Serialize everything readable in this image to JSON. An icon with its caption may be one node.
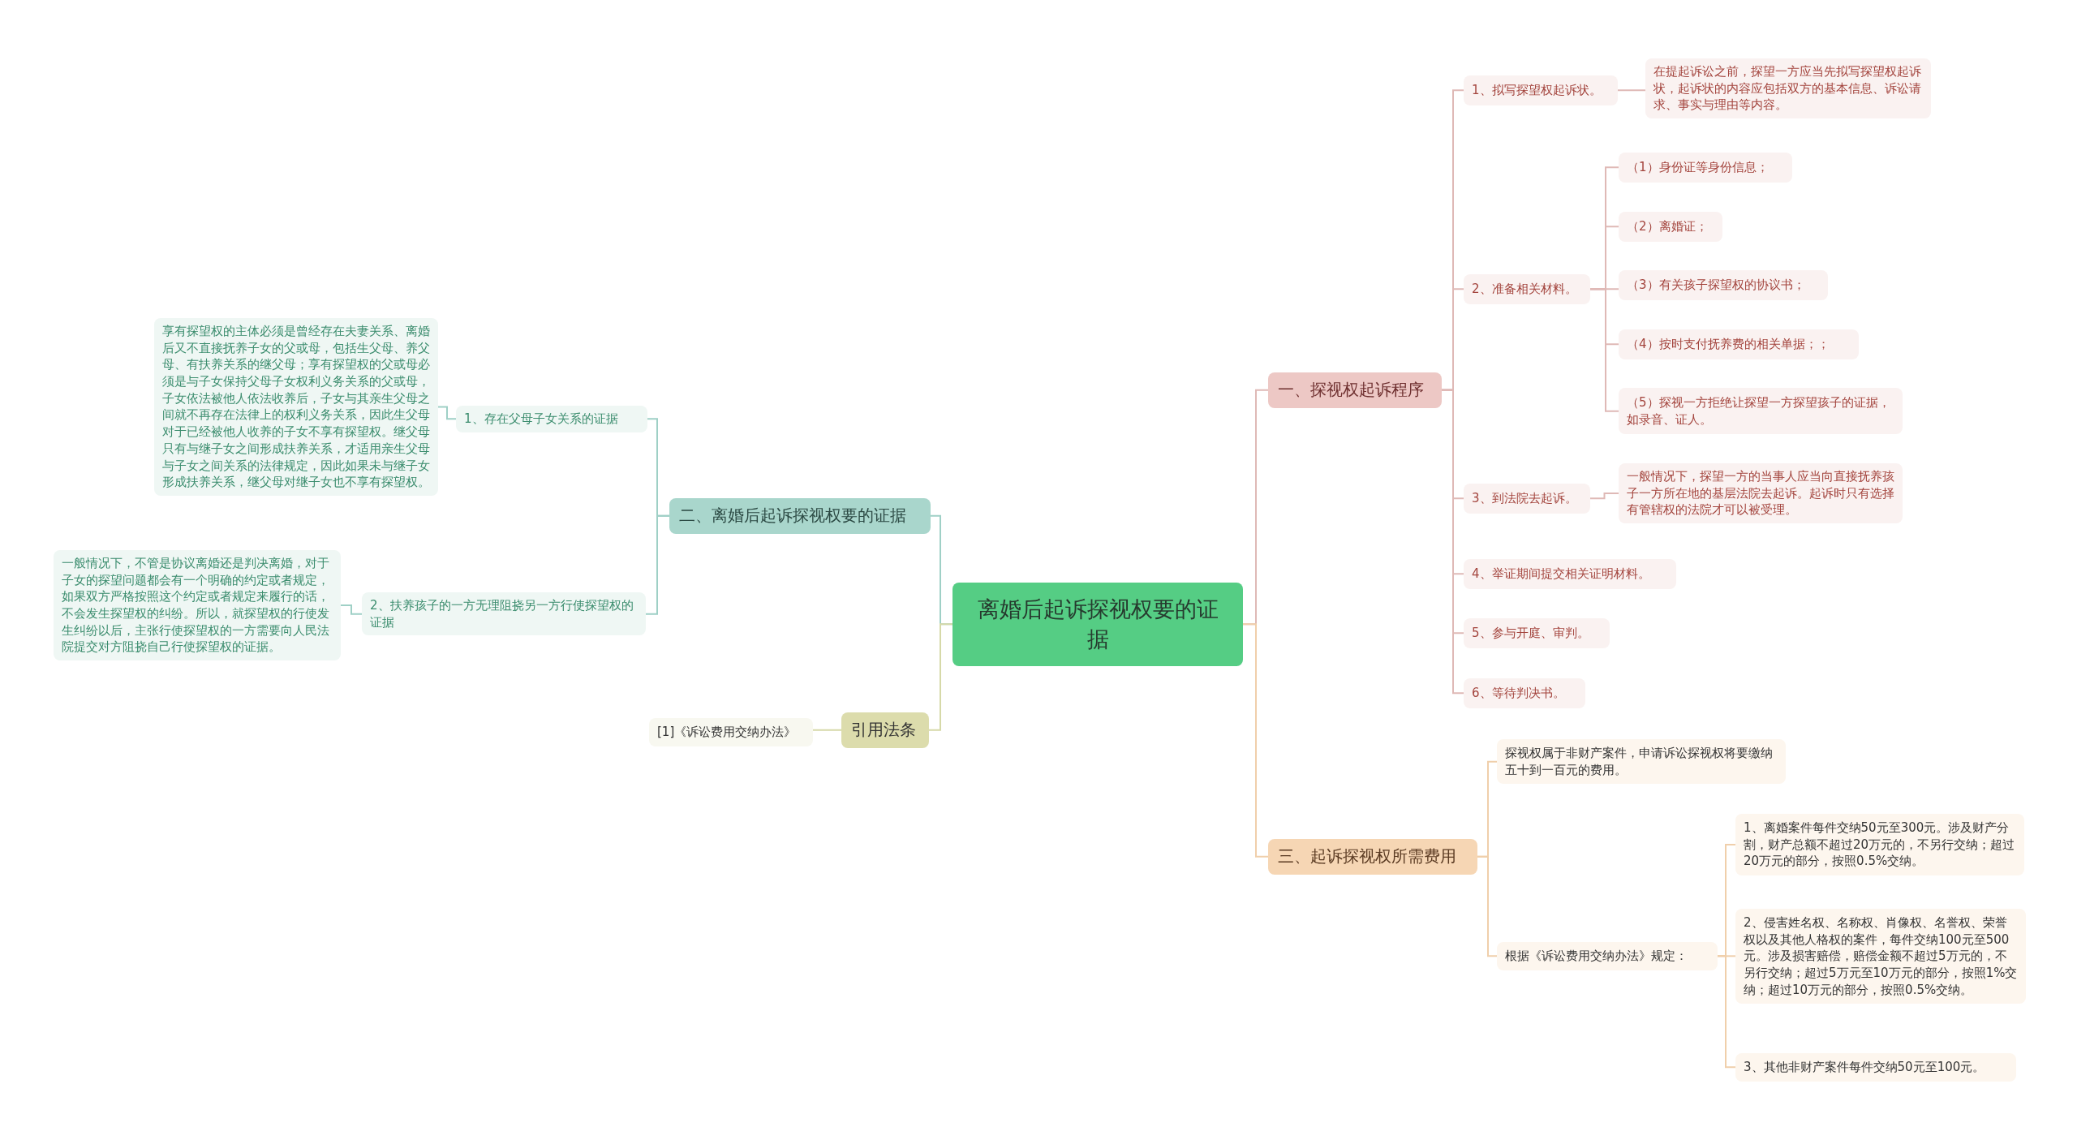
{
  "diagram": {
    "nodes": [
      {
        "text": [
          "离婚后起诉探视权要的证据"
        ]
      },
      {
        "text": [
          "一、探视权起诉程序"
        ]
      },
      {
        "text": [
          "1、拟写探望权起诉状。"
        ]
      },
      {
        "text": [
          "在提起诉讼之前，探望一方应当先拟写探望权起诉状，起诉状的内容应包括双方的基本信息、诉讼请求、事实与理由等内容。"
        ]
      },
      {
        "text": [
          "2、准备相关材料。"
        ]
      },
      {
        "text": [
          "（1）身份证等身份信息；"
        ]
      },
      {
        "text": [
          "（2）离婚证；"
        ]
      },
      {
        "text": [
          "（3）有关孩子探望权的协议书；"
        ]
      },
      {
        "text": [
          "（4）按时支付抚养费的相关单据；；"
        ]
      },
      {
        "text": [
          "（5）探视一方拒绝让探望一方探望孩子的证据，如录音、证人。"
        ]
      },
      {
        "text": [
          "3、到法院去起诉。"
        ]
      },
      {
        "text": [
          "一般情况下，探望一方的当事人应当向直接抚养孩子一方所在地的基层法院去起诉。起诉时只有选择有管辖权的法院才可以被受理。"
        ]
      },
      {
        "text": [
          "4、举证期间提交相关证明材料。"
        ]
      },
      {
        "text": [
          "5、参与开庭、审判。"
        ]
      },
      {
        "text": [
          "6、等待判决书。"
        ]
      },
      {
        "text": [
          "三、起诉探视权所需费用"
        ]
      },
      {
        "text": [
          "探视权属于非财产案件，申请诉讼探视权将要缴纳五十到一百元的费用。"
        ]
      },
      {
        "text": [
          "根据《诉讼费用交纳办法》规定："
        ]
      },
      {
        "text": [
          "1、离婚案件每件交纳50元至300元。涉及财产分割，财产总额不超过20万元的，不另行交纳；超过20万元的部分，按照0.5%交纳。"
        ]
      },
      {
        "text": [
          "2、侵害姓名权、名称权、肖像权、名誉权、荣誉权以及其他人格权的案件，每件交纳100元至500元。涉及损害赔偿，赔偿金额不超过5万元的，不另行交纳；超过5万元至10万元的部分，按照1%交纳；超过10万元的部分，按照0.5%交纳。"
        ]
      },
      {
        "text": [
          "3、其他非财产案件每件交纳50元至100元。"
        ]
      },
      {
        "text": [
          "二、离婚后起诉探视权要的证据"
        ]
      },
      {
        "text": [
          "1、存在父母子女关系的证据"
        ]
      },
      {
        "text": [
          "享有探望权的主体必须是曾经存在夫妻关系、离婚后又不直接抚养子女的父或母，包括生父母、养父母、有扶养关系的继父母；享有探望权的父或母必须是与子女保持父母子女权利义务关系的父或母，子女依法被他人依法收养后，子女与其亲生父母之间就不再存在法律上的权利义务关系，因此生父母对于已经被他人收养的子女不享有探望权。继父母只有与继子女之间形成扶养关系，才适用亲生父母与子女之间关系的法律规定，因此如果未与继子女形成扶养关系，继父母对继子女也不享有探望权。"
        ]
      },
      {
        "text": [
          "2、扶养孩子的一方无理阻挠另一方行使探望权的证据"
        ]
      },
      {
        "text": [
          "一般情况下，不管是协议离婚还是判决离婚，对于子女的探望问题都会有一个明确的约定或者规定，如果双方严格按照这个约定或者规定来履行的话，不会发生探望权的纠纷。所以，就探望权的行使发生纠纷以后，主张行使探望权的一方需要向人民法院提交对方阻挠自己行使探望权的证据。"
        ]
      },
      {
        "text": [
          "引用法条"
        ]
      },
      {
        "text": [
          "[1]《诉讼费用交纳办法》"
        ]
      }
    ],
    "edges": [
      {
        "from": 0,
        "to": 1,
        "arrow": "none"
      },
      {
        "from": 1,
        "to": 2,
        "arrow": "none"
      },
      {
        "from": 2,
        "to": 3,
        "arrow": "none"
      },
      {
        "from": 1,
        "to": 4,
        "arrow": "none"
      },
      {
        "from": 4,
        "to": 5,
        "arrow": "none"
      },
      {
        "from": 4,
        "to": 6,
        "arrow": "none"
      },
      {
        "from": 4,
        "to": 7,
        "arrow": "none"
      },
      {
        "from": 4,
        "to": 8,
        "arrow": "none"
      },
      {
        "from": 4,
        "to": 9,
        "arrow": "none"
      },
      {
        "from": 1,
        "to": 10,
        "arrow": "none"
      },
      {
        "from": 10,
        "to": 11,
        "arrow": "none"
      },
      {
        "from": 1,
        "to": 12,
        "arrow": "none"
      },
      {
        "from": 1,
        "to": 13,
        "arrow": "none"
      },
      {
        "from": 1,
        "to": 14,
        "arrow": "none"
      },
      {
        "from": 0,
        "to": 15,
        "arrow": "none",
        "color": "#f0cfab"
      },
      {
        "from": 15,
        "to": 16,
        "arrow": "none",
        "color": "#f0cfab"
      },
      {
        "from": 15,
        "to": 17,
        "arrow": "none",
        "color": "#f0cfab"
      },
      {
        "from": 17,
        "to": 18,
        "arrow": "none",
        "color": "#f0cfab"
      },
      {
        "from": 17,
        "to": 19,
        "arrow": "none",
        "color": "#f0cfab"
      },
      {
        "from": 17,
        "to": 20,
        "arrow": "none",
        "color": "#f0cfab"
      },
      {
        "from": 0,
        "to": 21,
        "arrow": "none",
        "color": "#9fd0c6"
      },
      {
        "from": 21,
        "to": 22,
        "arrow": "none",
        "color": "#9fd0c6"
      },
      {
        "from": 22,
        "to": 23,
        "arrow": "none",
        "color": "#9fd0c6"
      },
      {
        "from": 21,
        "to": 24,
        "arrow": "none",
        "color": "#9fd0c6"
      },
      {
        "from": 24,
        "to": 25,
        "arrow": "none",
        "color": "#9fd0c6"
      },
      {
        "from": 0,
        "to": 26,
        "arrow": "none",
        "color": "#d6d9a8"
      },
      {
        "from": 26,
        "to": 27,
        "arrow": "none",
        "color": "#d6d9a8"
      }
    ]
  }
}
